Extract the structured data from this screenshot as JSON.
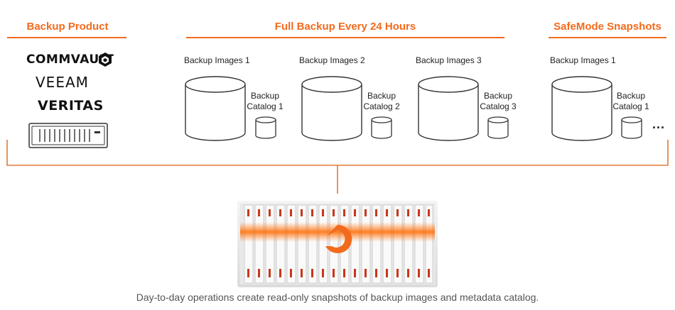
{
  "sections": {
    "backup_product": "Backup Product",
    "full_backup": "Full Backup Every 24 Hours",
    "safemode": "SafeMode Snapshots"
  },
  "logos": {
    "commvault": "COMMVAULT",
    "veeam": "VEEAM",
    "veritas": "VERITAS"
  },
  "groups": [
    {
      "images": "Backup Images 1",
      "catalog_line1": "Backup",
      "catalog_line2": "Catalog 1"
    },
    {
      "images": "Backup Images 2",
      "catalog_line1": "Backup",
      "catalog_line2": "Catalog 2"
    },
    {
      "images": "Backup Images 3",
      "catalog_line1": "Backup",
      "catalog_line2": "Catalog 3"
    },
    {
      "images": "Backup Images 1",
      "catalog_line1": "Backup",
      "catalog_line2": "Catalog 1"
    }
  ],
  "ellipsis": "...",
  "caption": "Day-to-day operations create read-only snapshots of backup images and metadata catalog.",
  "colors": {
    "accent": "#f26b1d",
    "line": "#e07a3a"
  }
}
